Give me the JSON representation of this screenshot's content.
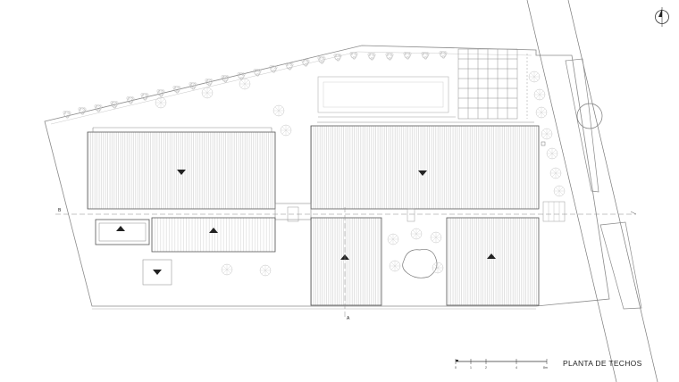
{
  "drawing": {
    "title": "PLANTA DE TECHOS",
    "section_markers": {
      "left": "B",
      "bottom": "A"
    },
    "scale_bar": {
      "ticks": [
        "0",
        "1",
        "2",
        "4",
        "8m"
      ]
    },
    "north_arrow": "north-arrow-icon"
  },
  "colors": {
    "line": "#555555",
    "light_line": "#9a9a9a",
    "roof_hatch": "#bdbdbd",
    "vegetation": "#b5b5b5",
    "arrow_fill": "#222222"
  }
}
